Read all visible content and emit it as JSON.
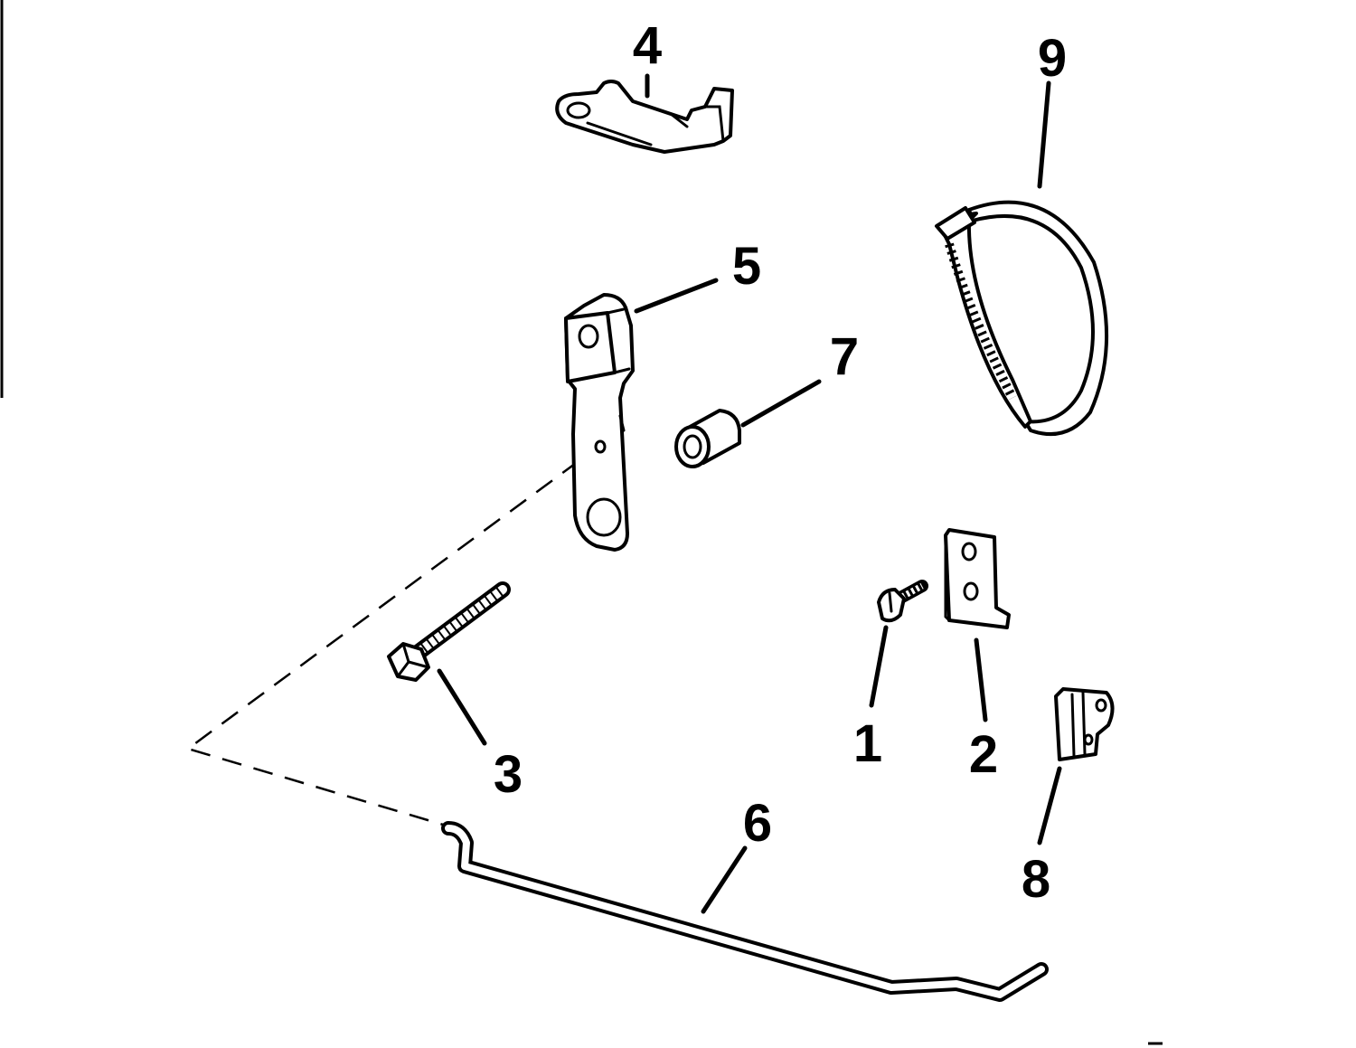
{
  "diagram": {
    "parts": [
      {
        "id": "part-1",
        "callout": "1",
        "icon": "screw-icon"
      },
      {
        "id": "part-2",
        "callout": "2",
        "icon": "bracket-plate-icon"
      },
      {
        "id": "part-3",
        "callout": "3",
        "icon": "bolt-icon"
      },
      {
        "id": "part-4",
        "callout": "4",
        "icon": "link-clip-icon"
      },
      {
        "id": "part-5",
        "callout": "5",
        "icon": "lever-arm-icon"
      },
      {
        "id": "part-6",
        "callout": "6",
        "icon": "link-rod-icon"
      },
      {
        "id": "part-7",
        "callout": "7",
        "icon": "bushing-icon"
      },
      {
        "id": "part-8",
        "callout": "8",
        "icon": "clip-icon"
      },
      {
        "id": "part-9",
        "callout": "9",
        "icon": "cable-tie-icon"
      }
    ]
  }
}
